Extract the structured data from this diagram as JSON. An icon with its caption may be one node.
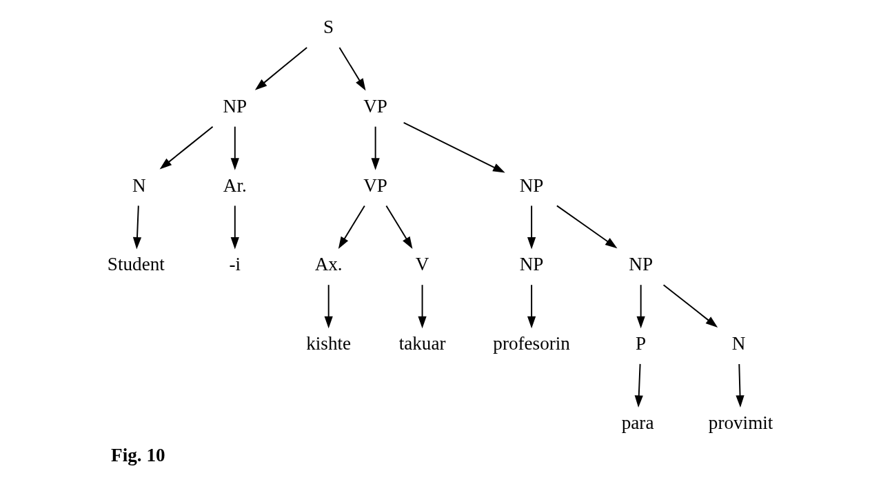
{
  "diagram": {
    "caption": "Fig. 10",
    "nodes": [
      {
        "text": [
          "S"
        ]
      },
      {
        "text": [
          "NP"
        ]
      },
      {
        "text": [
          "VP"
        ]
      },
      {
        "text": [
          "N"
        ]
      },
      {
        "text": [
          "Ar."
        ]
      },
      {
        "text": [
          "VP"
        ]
      },
      {
        "text": [
          "NP"
        ]
      },
      {
        "text": [
          "Student"
        ]
      },
      {
        "text": [
          "-i"
        ]
      },
      {
        "text": [
          "Ax."
        ]
      },
      {
        "text": [
          "V"
        ]
      },
      {
        "text": [
          "NP"
        ]
      },
      {
        "text": [
          "NP"
        ]
      },
      {
        "text": [
          "kishte"
        ]
      },
      {
        "text": [
          "takuar"
        ]
      },
      {
        "text": [
          "profesorin"
        ]
      },
      {
        "text": [
          "P"
        ]
      },
      {
        "text": [
          "N"
        ]
      },
      {
        "text": [
          "para"
        ]
      },
      {
        "text": [
          "provimit"
        ]
      }
    ],
    "edges": [
      {
        "from": 0,
        "to": 1,
        "arrow": "to"
      },
      {
        "from": 0,
        "to": 2,
        "arrow": "to"
      },
      {
        "from": 1,
        "to": 3,
        "arrow": "to"
      },
      {
        "from": 1,
        "to": 4,
        "arrow": "to"
      },
      {
        "from": 3,
        "to": 7,
        "arrow": "to"
      },
      {
        "from": 4,
        "to": 8,
        "arrow": "to"
      },
      {
        "from": 2,
        "to": 5,
        "arrow": "to"
      },
      {
        "from": 2,
        "to": 6,
        "arrow": "to"
      },
      {
        "from": 5,
        "to": 9,
        "arrow": "to"
      },
      {
        "from": 5,
        "to": 10,
        "arrow": "to"
      },
      {
        "from": 6,
        "to": 11,
        "arrow": "to"
      },
      {
        "from": 6,
        "to": 12,
        "arrow": "to"
      },
      {
        "from": 9,
        "to": 13,
        "arrow": "to"
      },
      {
        "from": 10,
        "to": 14,
        "arrow": "to"
      },
      {
        "from": 11,
        "to": 15,
        "arrow": "to"
      },
      {
        "from": 12,
        "to": 16,
        "arrow": "to"
      },
      {
        "from": 12,
        "to": 17,
        "arrow": "to"
      },
      {
        "from": 16,
        "to": 18,
        "arrow": "to"
      },
      {
        "from": 17,
        "to": 19,
        "arrow": "to"
      }
    ]
  }
}
